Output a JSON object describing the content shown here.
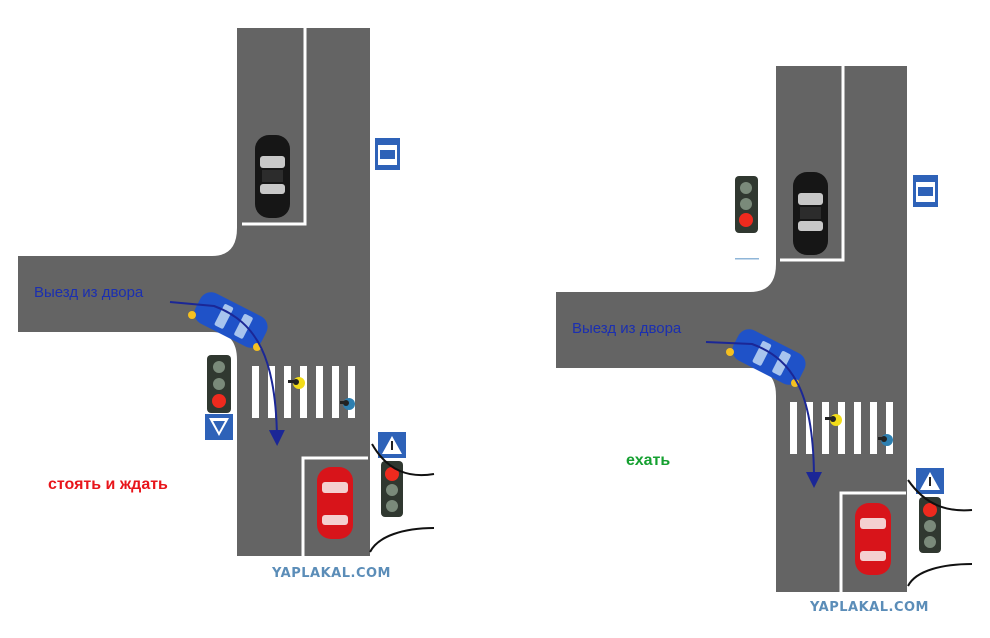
{
  "panels": [
    {
      "id": "left",
      "exit_label": "Выезд из двора",
      "verdict": "стоять и ждать",
      "verdict_color": "#e8151b",
      "watermark": "YAPLAKAL.COM",
      "ped_signal_state": "red",
      "traffic_signal_state": "red",
      "signs": [
        "bus-stop-sign",
        "children-warning-sign",
        "pedestrian-crossing-sign"
      ]
    },
    {
      "id": "right",
      "exit_label": "Выезд из двора",
      "verdict": "ехать",
      "verdict_color": "#15a030",
      "watermark": "YAPLAKAL.COM",
      "ped_signal_state": "red",
      "traffic_signal_state": "red",
      "signs": [
        "bus-stop-sign",
        "pedestrian-crossing-sign"
      ]
    }
  ],
  "colors": {
    "asphalt": "#646464",
    "marking": "#ffffff",
    "label_blue": "#1b2fb0",
    "arrow_blue": "#1b2796",
    "watermark": "#5b8db8",
    "sign_blue": "#2e62b8",
    "car_black": "#161616",
    "car_blue": "#1f52c8",
    "car_red": "#d8141a",
    "ped_yellow": "#f2dc18",
    "ped_blue": "#2d7fb0"
  }
}
